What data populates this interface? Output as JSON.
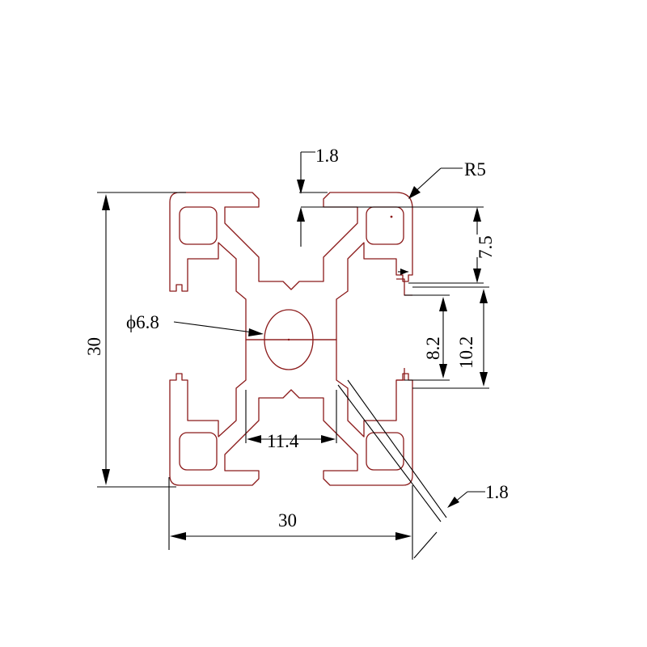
{
  "drawing": {
    "labels": {
      "slot_opening": "1.8",
      "corner_radius": "R5",
      "slot_depth": "7.5",
      "center_bore": "ϕ6.8",
      "overall_height": "30",
      "inner_slot": "8.2",
      "outer_slot": "10.2",
      "core_width": "11.4",
      "wall_thickness": "1.8",
      "overall_width": "30"
    },
    "colors": {
      "profile": "#8b1a1a",
      "dimension": "#000000"
    }
  }
}
